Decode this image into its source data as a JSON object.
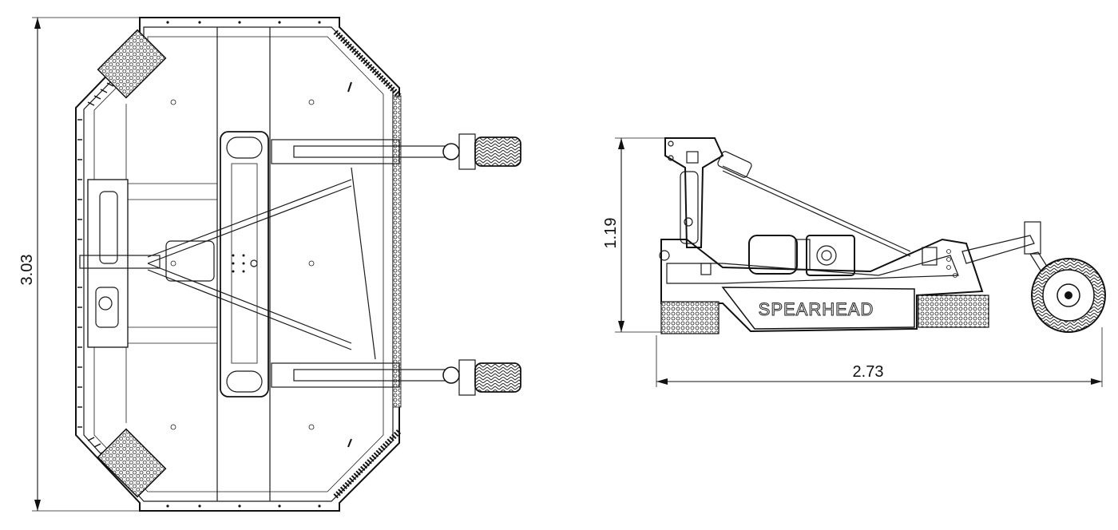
{
  "dimensions": {
    "top_view_width": "3.03",
    "side_view_height": "1.19",
    "side_view_length": "2.73"
  },
  "brand": {
    "name": "SPEARHEAD"
  },
  "icons": {
    "top_view": "mower-top-view-drawing",
    "side_view": "mower-side-view-drawing"
  }
}
